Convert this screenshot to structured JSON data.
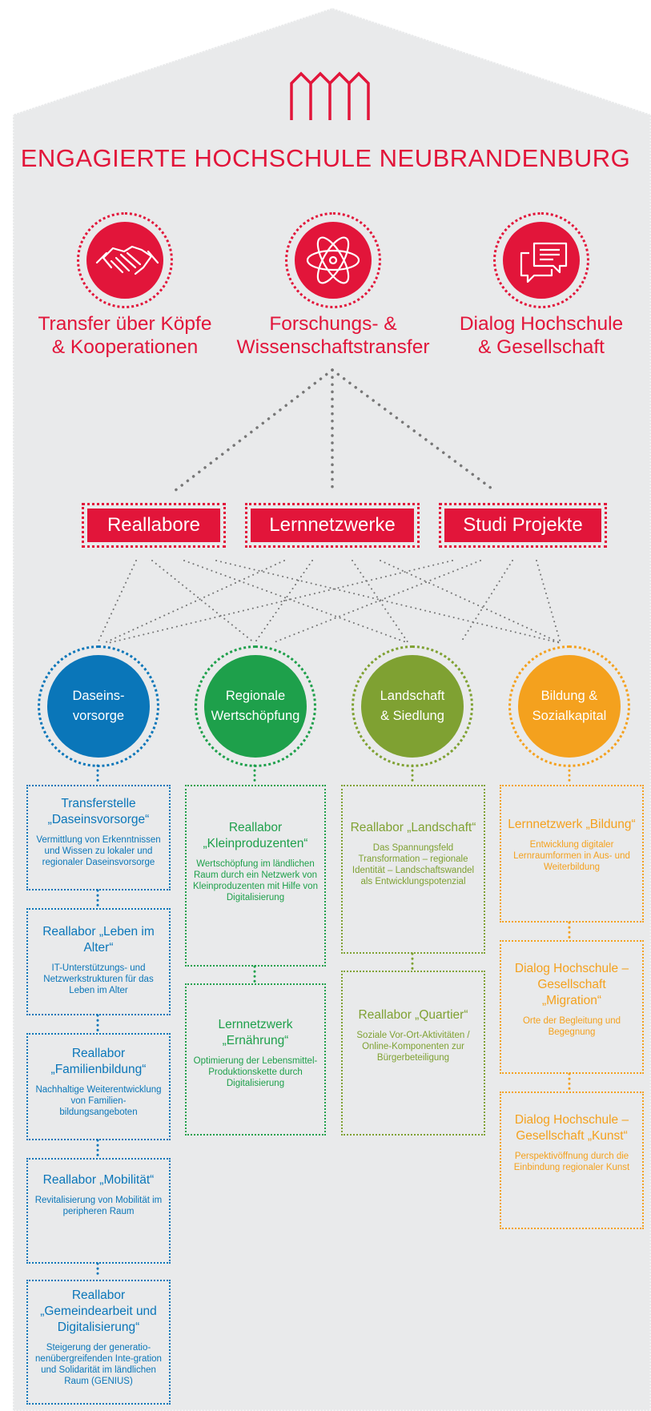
{
  "title": "ENGAGIERTE HOCHSCHULE NEUBRANDENBURG",
  "icons": {
    "logo": "hochschule-building-logo",
    "transfer": "handshake-icon",
    "research": "atom-icon",
    "dialog": "speech-bubbles-icon"
  },
  "colors": {
    "red": "#e2153a",
    "blue": "#0a76b9",
    "green": "#1ea04b",
    "olive": "#7fa132",
    "orange": "#f4a11e",
    "background": "#e9eaeb",
    "connector": "#777777"
  },
  "pillars": [
    {
      "line1": "Transfer über Köpfe",
      "line2": "& Kooperationen"
    },
    {
      "line1": "Forschungs- &",
      "line2": "Wissenschaftstransfer"
    },
    {
      "line1": "Dialog Hochschule",
      "line2": "& Gesellschaft"
    }
  ],
  "formats": [
    "Reallabore",
    "Lernnetzwerke",
    "Studi Projekte"
  ],
  "fields": [
    {
      "line1": "Daseins-",
      "line2": "vorsorge"
    },
    {
      "line1": "Regionale",
      "line2": "Wertschöpfung"
    },
    {
      "line1": "Landschaft",
      "line2": "& Siedlung"
    },
    {
      "line1": "Bildung &",
      "line2": "Sozialkapital"
    }
  ],
  "cards": {
    "daseinsvorsorge": [
      {
        "title": "Transferstelle „Daseinsvorsorge“",
        "desc": "Vermittlung von Erkenntnissen und Wissen zu lokaler und regionaler Daseinsvorsorge"
      },
      {
        "title": "Reallabor „Leben im Alter“",
        "desc": "IT-Unterstützungs- und Netzwerkstrukturen für das Leben im Alter"
      },
      {
        "title": "Reallabor „Familienbildung“",
        "desc": "Nachhaltige Weiterentwicklung von Familien-bildungsangeboten"
      },
      {
        "title": "Reallabor „Mobilität“",
        "desc": "Revitalisierung von Mobilität im peripheren Raum"
      },
      {
        "title": "Reallabor „Gemeindearbeit und Digitalisierung“",
        "desc": "Steigerung der generatio-nenübergreifenden Inte-gration und Solidarität im ländlichen Raum (GENIUS)"
      }
    ],
    "wertschoepfung": [
      {
        "title": "Reallabor „Kleinproduzenten“",
        "desc": "Wertschöpfung im ländlichen Raum durch ein Netzwerk von Kleinproduzenten mit Hilfe von Digitalisierung"
      },
      {
        "title": "Lernnetzwerk „Ernährung“",
        "desc": "Optimierung der Lebensmittel-Produktionskette durch Digitalisierung"
      }
    ],
    "landschaft": [
      {
        "title": "Reallabor „Landschaft“",
        "desc": "Das Spannungsfeld Transformation – regionale Identität – Landschaftswandel als Entwicklungspotenzial"
      },
      {
        "title": "Reallabor „Quartier“",
        "desc": "Soziale Vor-Ort-Aktivitäten / Online-Komponenten zur Bürgerbeteiligung"
      }
    ],
    "bildung": [
      {
        "title": "Lernnetzwerk „Bildung“",
        "desc": "Entwicklung digitaler Lernraumformen in Aus- und Weiterbildung"
      },
      {
        "title": "Dialog Hochschule – Gesellschaft „Migration“",
        "desc": "Orte der Begleitung und Begegnung"
      },
      {
        "title": "Dialog Hochschule – Gesellschaft „Kunst“",
        "desc": "Perspektivöffnung durch die Einbindung regionaler Kunst"
      }
    ]
  }
}
